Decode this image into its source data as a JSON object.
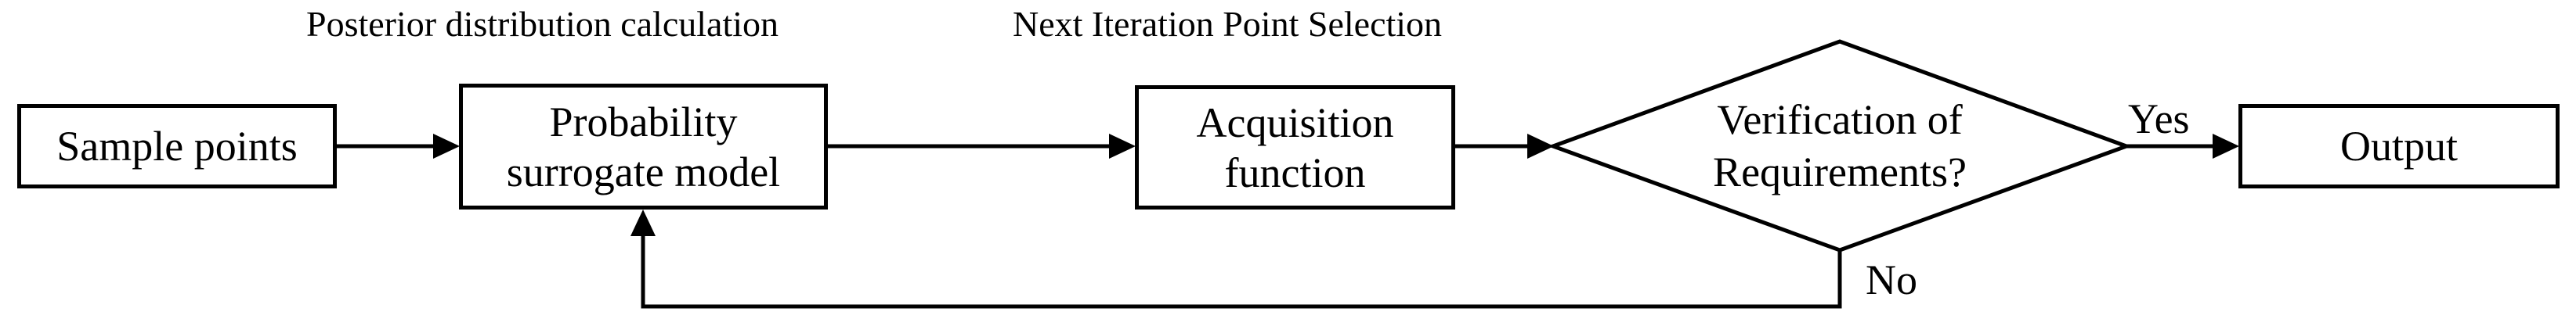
{
  "colors": {
    "stroke": "#000000",
    "background": "#ffffff"
  },
  "titles": {
    "posterior": "Posterior distribution calculation",
    "next_iteration": "Next Iteration Point Selection"
  },
  "nodes": {
    "sample": {
      "label": "Sample points"
    },
    "surrogate": {
      "line1": "Probability",
      "line2": "surrogate model"
    },
    "acquisition": {
      "line1": "Acquisition",
      "line2": "function"
    },
    "decision": {
      "line1": "Verification of",
      "line2": "Requirements?"
    },
    "output": {
      "label": "Output"
    }
  },
  "edge_labels": {
    "yes": "Yes",
    "no": "No"
  }
}
